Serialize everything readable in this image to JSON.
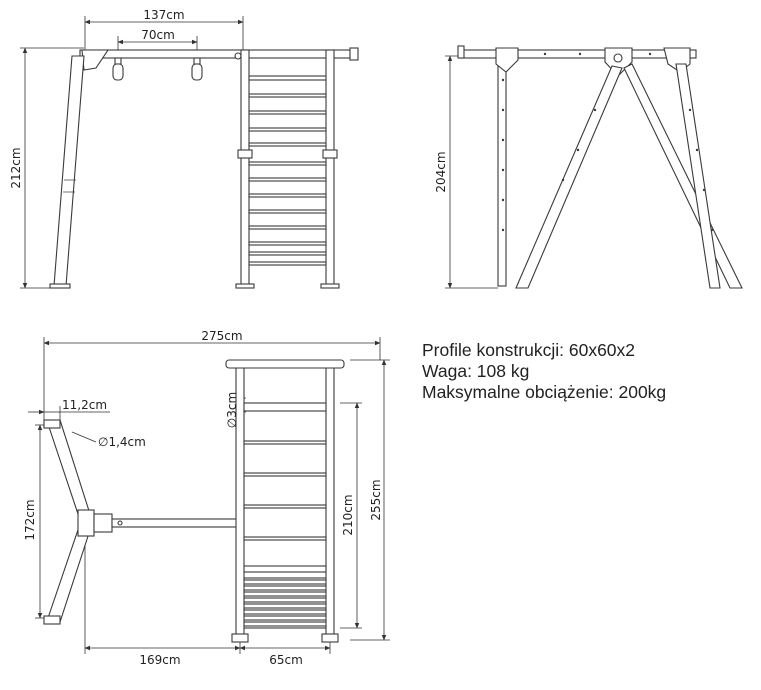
{
  "specs": [
    "Profile konstrukcji: 60x60x2",
    "Waga: 108 kg",
    "Maksymalne obciążenie: 200kg"
  ],
  "front_view": {
    "dim_width": "137cm",
    "dim_swing_spacing": "70cm",
    "dim_height": "212cm"
  },
  "side_view": {
    "dim_height": "204cm"
  },
  "top_view": {
    "dim_total_length": "275cm",
    "dim_tube": "11,2cm",
    "dim_hole": "∅1,4cm",
    "dim_rung": "∅3cm",
    "dim_a_frame": "172cm",
    "dim_ladder_length": "210cm",
    "dim_overall": "255cm",
    "dim_bar_length": "169cm",
    "dim_ladder_width": "65cm"
  },
  "colors": {
    "line": "#3a3a3a",
    "fill": "#ffffff"
  }
}
